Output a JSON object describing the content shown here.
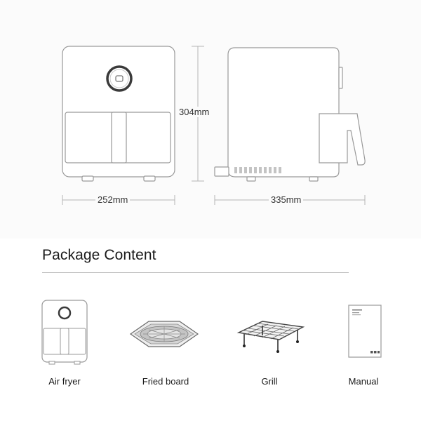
{
  "dimensions": {
    "height_label": "304mm",
    "width_label": "252mm",
    "depth_label": "335mm"
  },
  "package": {
    "title": "Package Content",
    "items": [
      {
        "label": "Air fryer",
        "icon": "air-fryer-icon"
      },
      {
        "label": "Fried board",
        "icon": "fried-board-icon"
      },
      {
        "label": "Grill",
        "icon": "grill-rack-icon"
      },
      {
        "label": "Manual",
        "icon": "manual-booklet-icon"
      }
    ]
  },
  "colors": {
    "outline": "#9a9a9a",
    "guide": "#b5b5b5",
    "text": "#1a1a1a"
  }
}
